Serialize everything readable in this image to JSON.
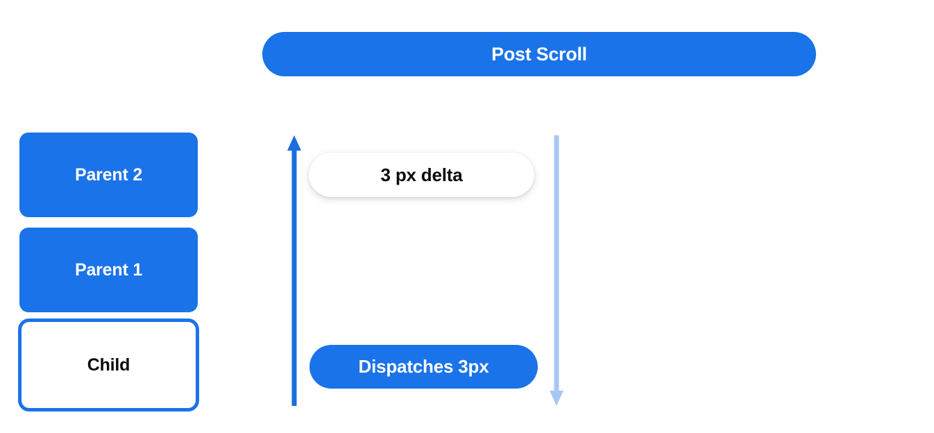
{
  "diagram": {
    "title_banner": {
      "label": "Post Scroll",
      "color": "#1a73e8",
      "text_color": "#ffffff"
    },
    "node_stack": [
      {
        "label": "Parent 2",
        "style": "filled",
        "fill": "#1a73e8",
        "text_color": "#ffffff"
      },
      {
        "label": "Parent 1",
        "style": "filled",
        "fill": "#1a73e8",
        "text_color": "#ffffff"
      },
      {
        "label": "Child",
        "style": "outlined",
        "fill": "#ffffff",
        "border": "#1a73e8",
        "text_color": "#0b0b0b"
      }
    ],
    "arrows": [
      {
        "name": "scroll-up-arrow",
        "direction": "up",
        "color": "#1a6ede"
      },
      {
        "name": "scroll-down-arrow",
        "direction": "down",
        "color": "#a8c7f7"
      }
    ],
    "annotations": [
      {
        "label": "3 px delta",
        "style": "white-pill",
        "fill": "#ffffff",
        "text_color": "#0b0b0b"
      },
      {
        "label": "Dispatches 3px",
        "style": "blue-pill",
        "fill": "#1a73e8",
        "text_color": "#ffffff"
      }
    ]
  }
}
